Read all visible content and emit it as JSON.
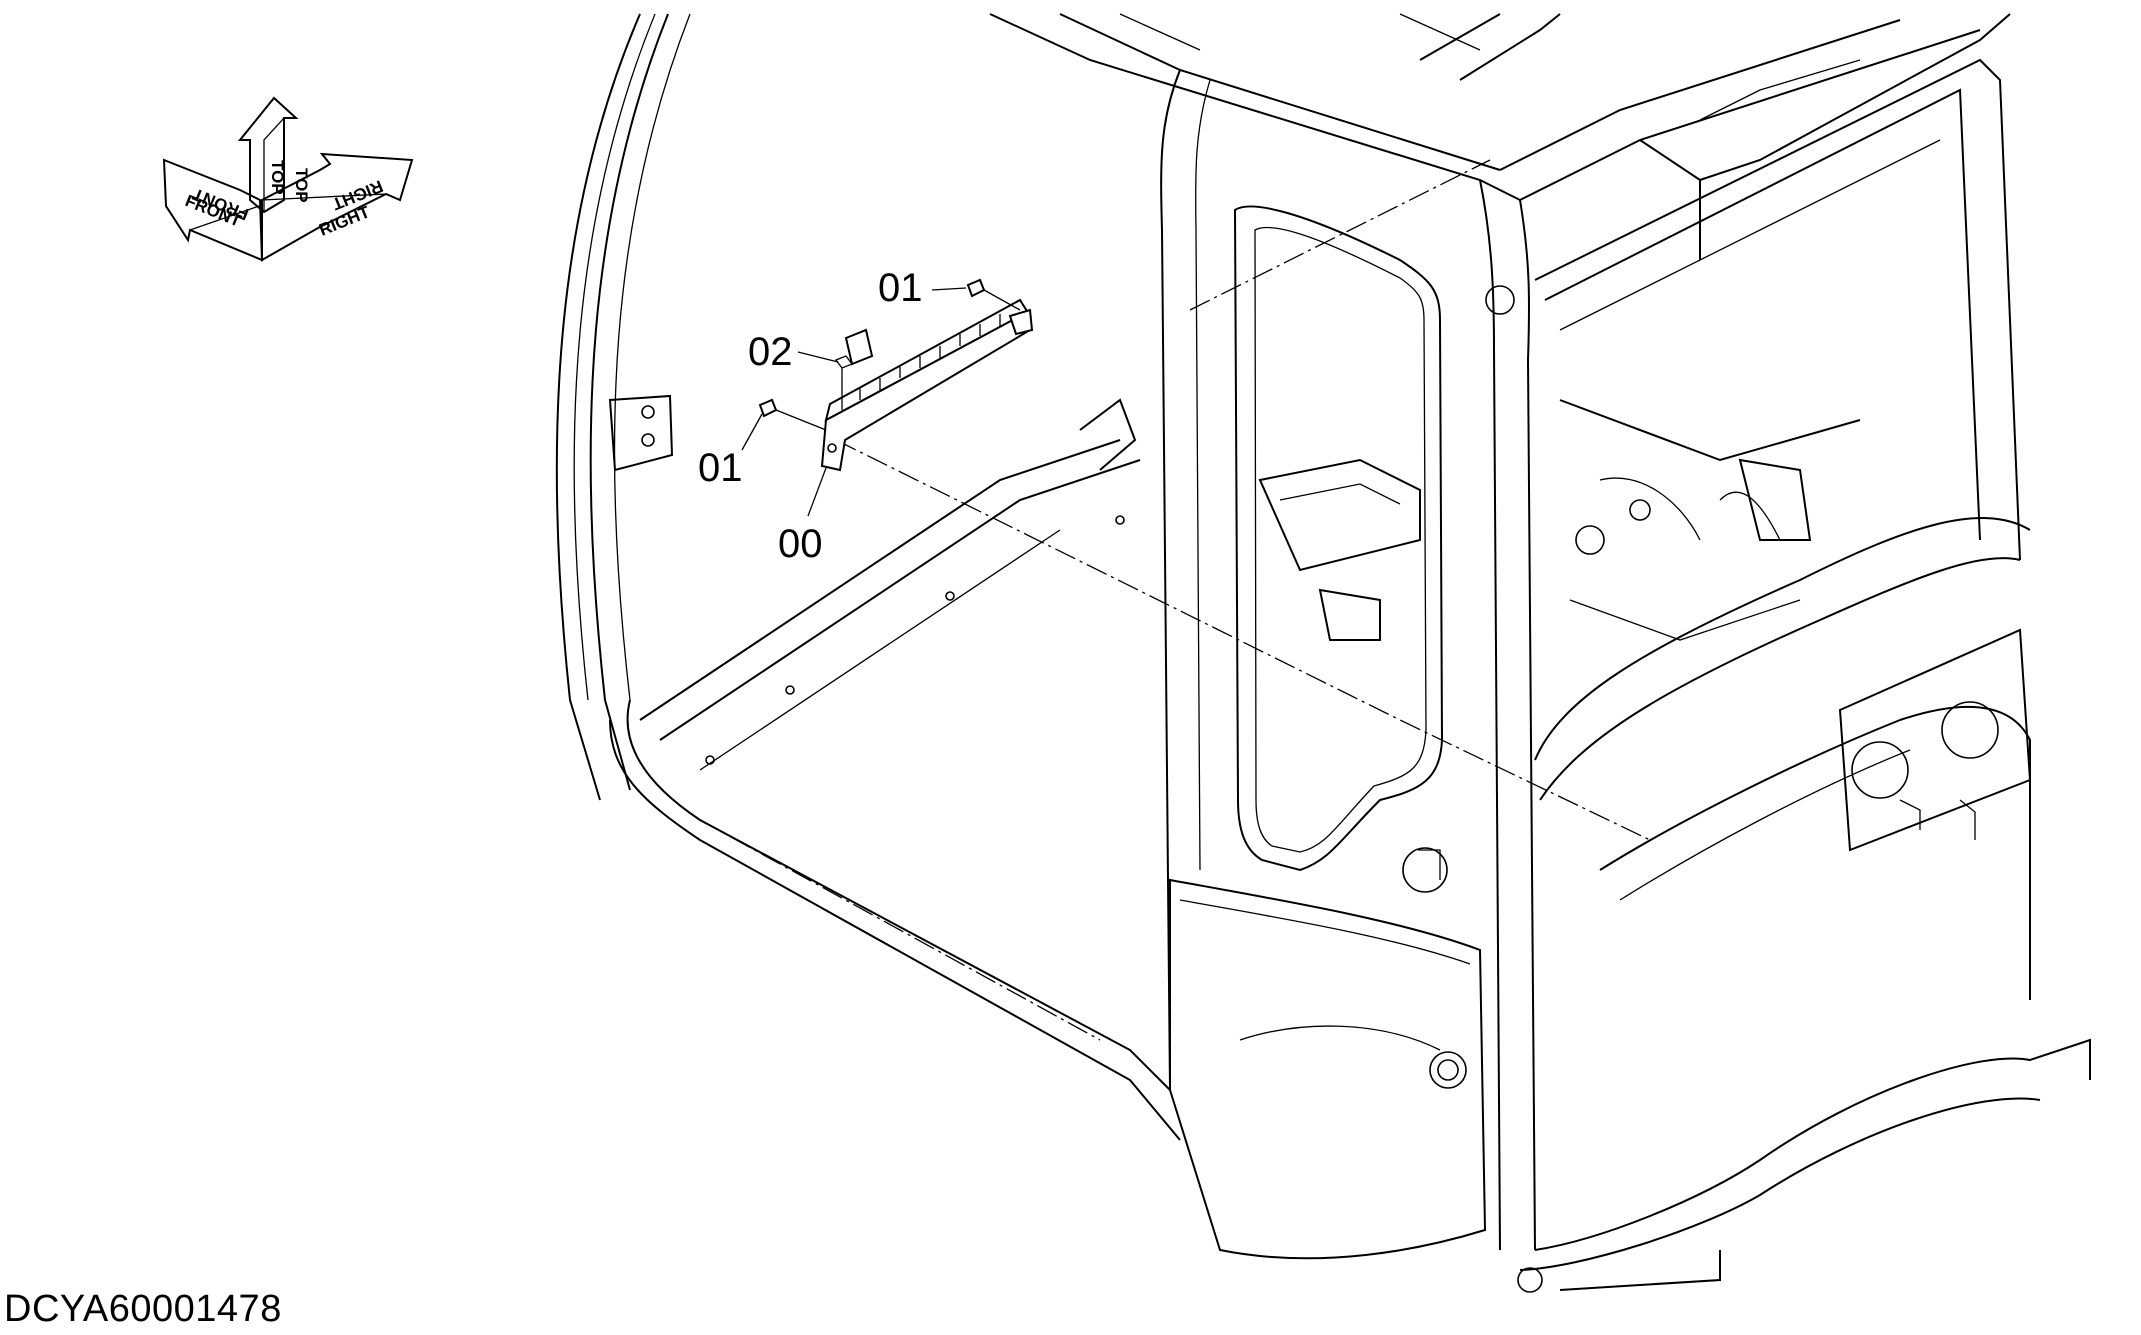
{
  "drawing": {
    "id_label": "DCYA60001478"
  },
  "orientation": {
    "top_label": "TOP",
    "front_label": "FRONT",
    "right_label": "RIGHT"
  },
  "callouts": [
    {
      "label": "01"
    },
    {
      "label": "02"
    },
    {
      "label": "01"
    },
    {
      "label": "00"
    }
  ]
}
